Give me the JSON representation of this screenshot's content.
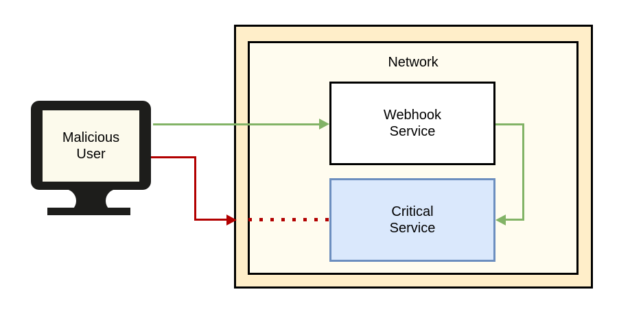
{
  "diagram": {
    "title_hidden_label": "Network",
    "zones": {
      "outer": {
        "label": "Network"
      },
      "inner": {
        "label": "Network"
      }
    },
    "nodes": {
      "actor": {
        "label": "Malicious\nUser",
        "icon": "monitor-icon"
      },
      "webhook": {
        "label": "Webhook\nService"
      },
      "critical": {
        "label": "Critical\nService"
      }
    },
    "colors": {
      "zone_outer_fill": "#ffeec9",
      "zone_inner_fill": "#fffcef",
      "zone_border": "#000000",
      "webhook_fill": "#ffffff",
      "webhook_border": "#000000",
      "critical_fill": "#dae8fc",
      "critical_border": "#6c8ebf",
      "monitor_body": "#1d1d1b",
      "monitor_screen": "#fcfaec",
      "flow_allowed": "#82b366",
      "flow_blocked": "#b20000"
    },
    "edges": [
      {
        "name": "user-to-webhook",
        "style": "solid",
        "color": "#82b366"
      },
      {
        "name": "webhook-to-critical",
        "style": "solid",
        "color": "#82b366"
      },
      {
        "name": "user-to-critical-blocked",
        "style": "solid-then-dotted",
        "color": "#b20000"
      }
    ]
  }
}
